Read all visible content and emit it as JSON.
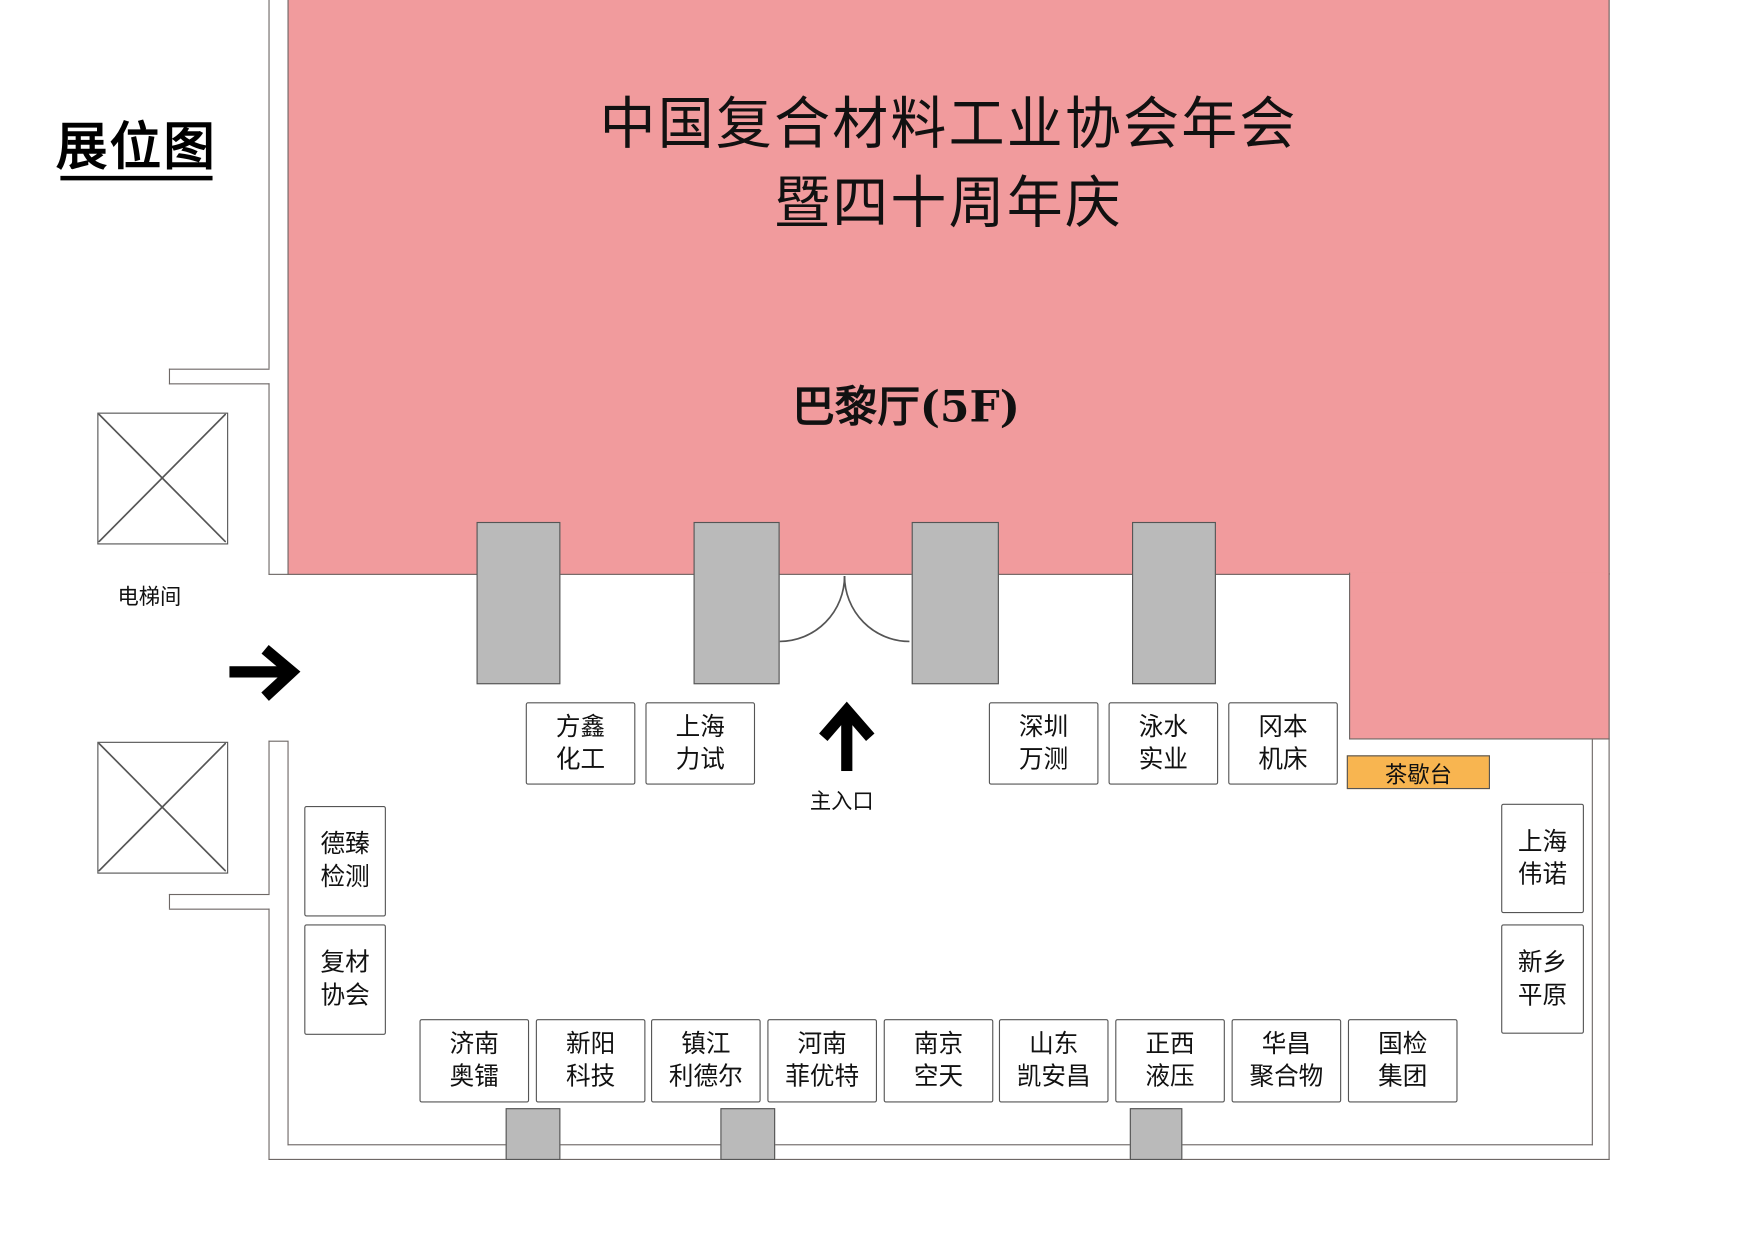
{
  "legend": {
    "title": "展位图"
  },
  "hall": {
    "title_line1": "中国复合材料工业协会年会",
    "title_line2": "暨四十周年庆",
    "room_name": "巴黎厅(5F)",
    "color": "#f19b9d"
  },
  "labels": {
    "elevator": "电梯间",
    "main_entrance": "主入口",
    "tea_break": "茶歇台"
  },
  "colors": {
    "hall": "#f19b9d",
    "pillar": "#bababa",
    "tea_break": "#f8b550",
    "wall": "#6e6866"
  },
  "booths": {
    "top_row": [
      {
        "line1": "方鑫",
        "line2": "化工"
      },
      {
        "line1": "上海",
        "line2": "力试"
      },
      {
        "line1": "深圳",
        "line2": "万测"
      },
      {
        "line1": "泳水",
        "line2": "实业"
      },
      {
        "line1": "冈本",
        "line2": "机床"
      }
    ],
    "left_column": [
      {
        "line1": "德臻",
        "line2": "检测"
      },
      {
        "line1": "复材",
        "line2": "协会"
      }
    ],
    "right_column": [
      {
        "line1": "上海",
        "line2": "伟诺"
      },
      {
        "line1": "新乡",
        "line2": "平原"
      }
    ],
    "bottom_row": [
      {
        "line1": "济南",
        "line2": "奥镭"
      },
      {
        "line1": "新阳",
        "line2": "科技"
      },
      {
        "line1": "镇江",
        "line2": "利德尔"
      },
      {
        "line1": "河南",
        "line2": "菲优特"
      },
      {
        "line1": "南京",
        "line2": "空天"
      },
      {
        "line1": "山东",
        "line2": "凯安昌"
      },
      {
        "line1": "正西",
        "line2": "液压"
      },
      {
        "line1": "华昌",
        "line2": "聚合物"
      },
      {
        "line1": "国检",
        "line2": "集团"
      }
    ]
  },
  "icons": {
    "entrance_arrow": "arrow-up",
    "elevator_arrow": "arrow-right",
    "elevator_box": "x-box"
  }
}
